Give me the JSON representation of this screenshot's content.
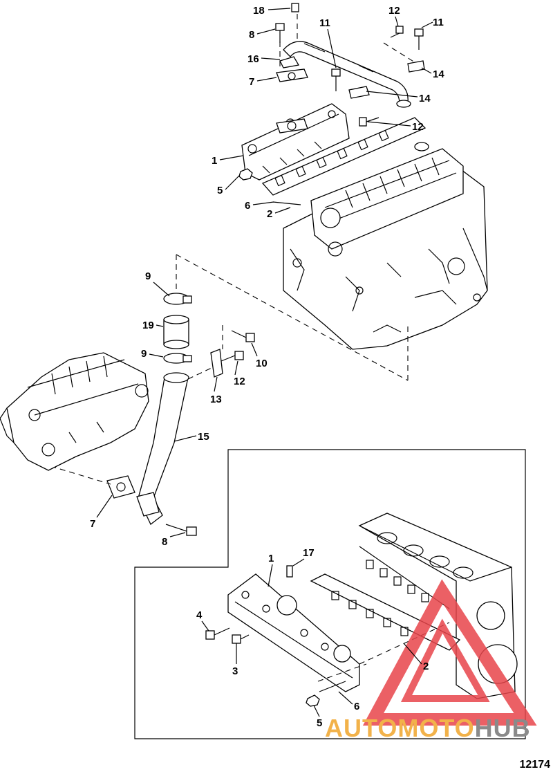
{
  "diagram": {
    "callouts_top": [
      "18",
      "8",
      "16",
      "7",
      "11",
      "12",
      "11",
      "14",
      "14",
      "12",
      "1",
      "5",
      "6",
      "2"
    ],
    "callouts_mid": [
      "9",
      "19",
      "9",
      "10",
      "12",
      "13",
      "15",
      "7",
      "8"
    ],
    "callouts_inset": [
      "1",
      "17",
      "4",
      "3",
      "2",
      "6",
      "5"
    ],
    "figure_number": "12174"
  },
  "watermark": {
    "part1": "AUTOMOTO",
    "part2": "HUB",
    "colors": {
      "triangle": "#e8454b",
      "text_primary": "#f2b24a",
      "text_secondary": "#8a8a8a"
    }
  }
}
